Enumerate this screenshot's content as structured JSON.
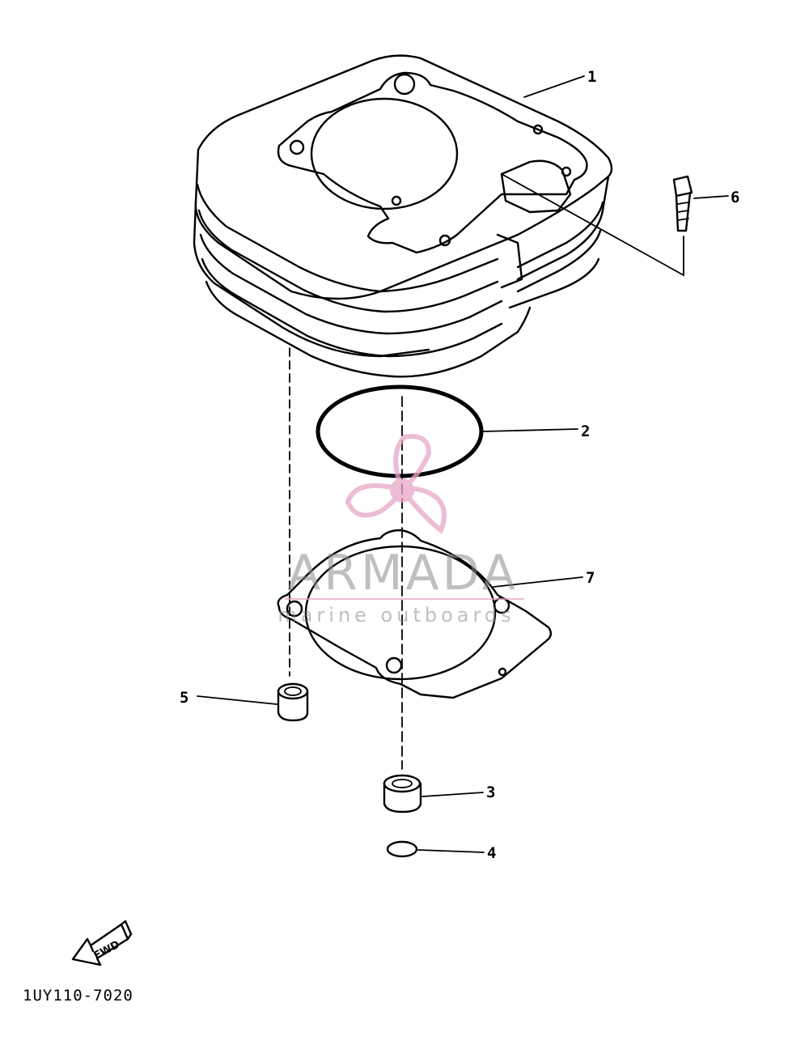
{
  "diagram": {
    "part_code": "1UY110-7020",
    "fwd_label": "FWD",
    "callouts": [
      {
        "id": "1",
        "label": "1"
      },
      {
        "id": "2",
        "label": "2"
      },
      {
        "id": "3",
        "label": "3"
      },
      {
        "id": "4",
        "label": "4"
      },
      {
        "id": "5",
        "label": "5"
      },
      {
        "id": "6",
        "label": "6"
      },
      {
        "id": "7",
        "label": "7"
      }
    ]
  },
  "watermark": {
    "title": "ARMADA",
    "subtitle": "marine outboards",
    "color": "#e8a6c8"
  }
}
